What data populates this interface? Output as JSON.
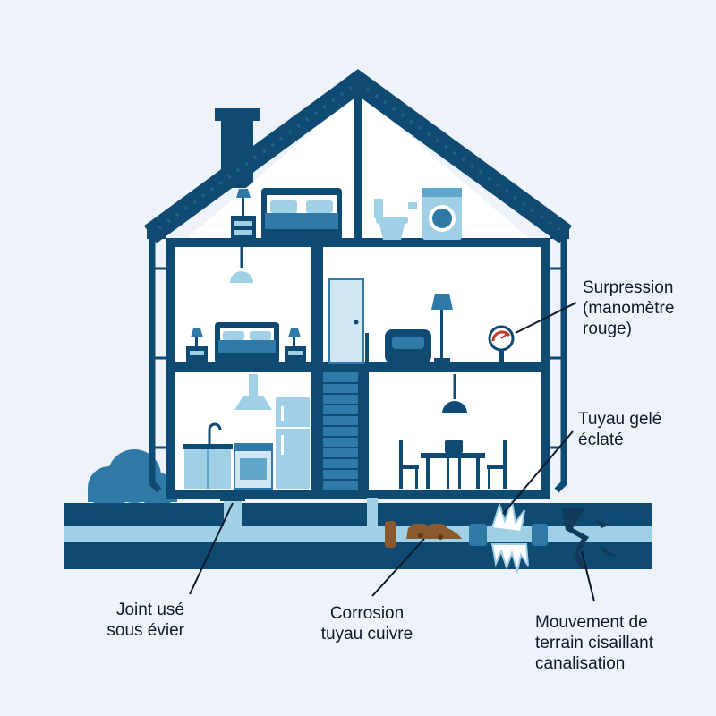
{
  "colors": {
    "background": "#eef3f9",
    "navy": "#0f4a73",
    "mid_blue": "#2f7aa6",
    "light_blue": "#9fd0e6",
    "pale_blue": "#cfe7f3",
    "white": "#ffffff",
    "rust": "#8a5a2e",
    "crack": "#123a5a",
    "ink": "#0e1a2b"
  },
  "icons": [
    "chimney",
    "roof",
    "gutter-downpipe",
    "bed",
    "nightstand-lamp",
    "toilet",
    "washing-machine",
    "ceiling-lamp",
    "door",
    "floor-lamp",
    "armchair",
    "pressure-gauge",
    "range-hood",
    "kitchen-sink",
    "oven",
    "refrigerator",
    "staircase",
    "dining-table",
    "chair",
    "bush",
    "sewer-pipe",
    "frozen-burst",
    "ground-crack"
  ],
  "labels": {
    "overpressure": [
      "Surpression",
      "(manomètre",
      "rouge)"
    ],
    "frozen_pipe": [
      "Tuyau gelé",
      "éclaté"
    ],
    "worn_joint": [
      "Joint usé",
      "sous évier"
    ],
    "corrosion": [
      "Corrosion",
      "tuyau cuivre"
    ],
    "ground_movement": [
      "Mouvement de",
      "terrain cisaillant",
      "canalisation"
    ]
  }
}
